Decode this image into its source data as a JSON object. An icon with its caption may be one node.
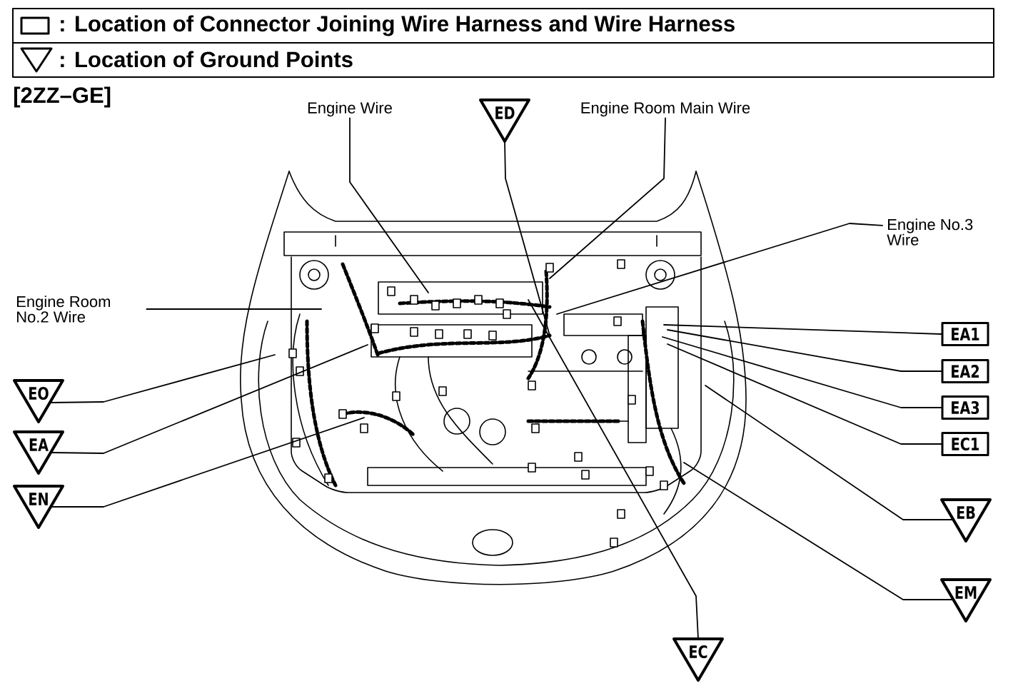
{
  "diagram": {
    "title": "[2ZZ–GE]",
    "nodes": [
      {
        "text": [
          "Engine Wire"
        ]
      },
      {
        "text": [
          "ED"
        ]
      },
      {
        "text": [
          "Engine Room Main Wire"
        ]
      },
      {
        "text": [
          "Engine No.3 Wire"
        ]
      },
      {
        "text": [
          "Engine Room No.2 Wire"
        ]
      },
      {
        "text": [
          "EA1"
        ]
      },
      {
        "text": [
          "EA2"
        ]
      },
      {
        "text": [
          "EA3"
        ]
      },
      {
        "text": [
          "EC1"
        ]
      },
      {
        "text": [
          "EO"
        ]
      },
      {
        "text": [
          "EA"
        ]
      },
      {
        "text": [
          "EN"
        ]
      },
      {
        "text": [
          "EB"
        ]
      },
      {
        "text": [
          "EM"
        ]
      },
      {
        "text": [
          "EC"
        ]
      }
    ],
    "edges": [
      {
        "from": 0,
        "to": null,
        "arrow": "none"
      },
      {
        "from": 1,
        "to": null,
        "arrow": "none"
      },
      {
        "from": 2,
        "to": null,
        "arrow": "none"
      },
      {
        "from": 3,
        "to": null,
        "arrow": "none"
      },
      {
        "from": 4,
        "to": null,
        "arrow": "none"
      },
      {
        "from": 5,
        "to": null,
        "arrow": "none"
      },
      {
        "from": 6,
        "to": null,
        "arrow": "none"
      },
      {
        "from": 7,
        "to": null,
        "arrow": "none"
      },
      {
        "from": 8,
        "to": null,
        "arrow": "none"
      },
      {
        "from": 9,
        "to": null,
        "arrow": "none"
      },
      {
        "from": 10,
        "to": null,
        "arrow": "none"
      },
      {
        "from": 11,
        "to": null,
        "arrow": "none"
      },
      {
        "from": 12,
        "to": null,
        "arrow": "none"
      },
      {
        "from": 13,
        "to": null,
        "arrow": "none"
      },
      {
        "from": 14,
        "to": null,
        "arrow": "none"
      }
    ],
    "legend": [
      {
        "text": ": Location of Connector Joining Wire Harness and Wire Harness"
      },
      {
        "text": ": Location of Ground Points"
      }
    ]
  }
}
